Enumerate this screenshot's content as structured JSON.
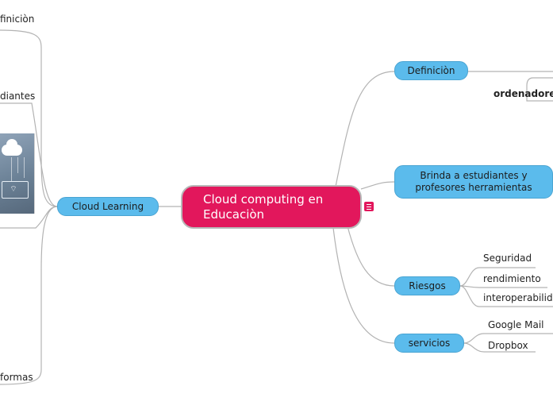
{
  "central": {
    "title": "Cloud computing en Educaciòn",
    "color": "#e2175c"
  },
  "left": {
    "branch": "Cloud Learning",
    "children": [
      "finiciòn",
      "diantes",
      "formas"
    ]
  },
  "right": {
    "branches": [
      {
        "label": "Definiciòn",
        "children": [
          "ordenadores"
        ]
      },
      {
        "label": "Brinda a estudiantes y profesores herramientas",
        "children": []
      },
      {
        "label": "Riesgos",
        "children": [
          "Seguridad",
          "rendimiento",
          "interoperabilid"
        ]
      },
      {
        "label": "servicios",
        "children": [
          "Google Mail",
          "Dropbox"
        ]
      }
    ]
  },
  "icons": {
    "notes": "notes-icon",
    "image": "cloud-laptop-image"
  },
  "colors": {
    "central": "#e2175c",
    "branch": "#5bbbec",
    "connector": "#b3b3b3"
  }
}
